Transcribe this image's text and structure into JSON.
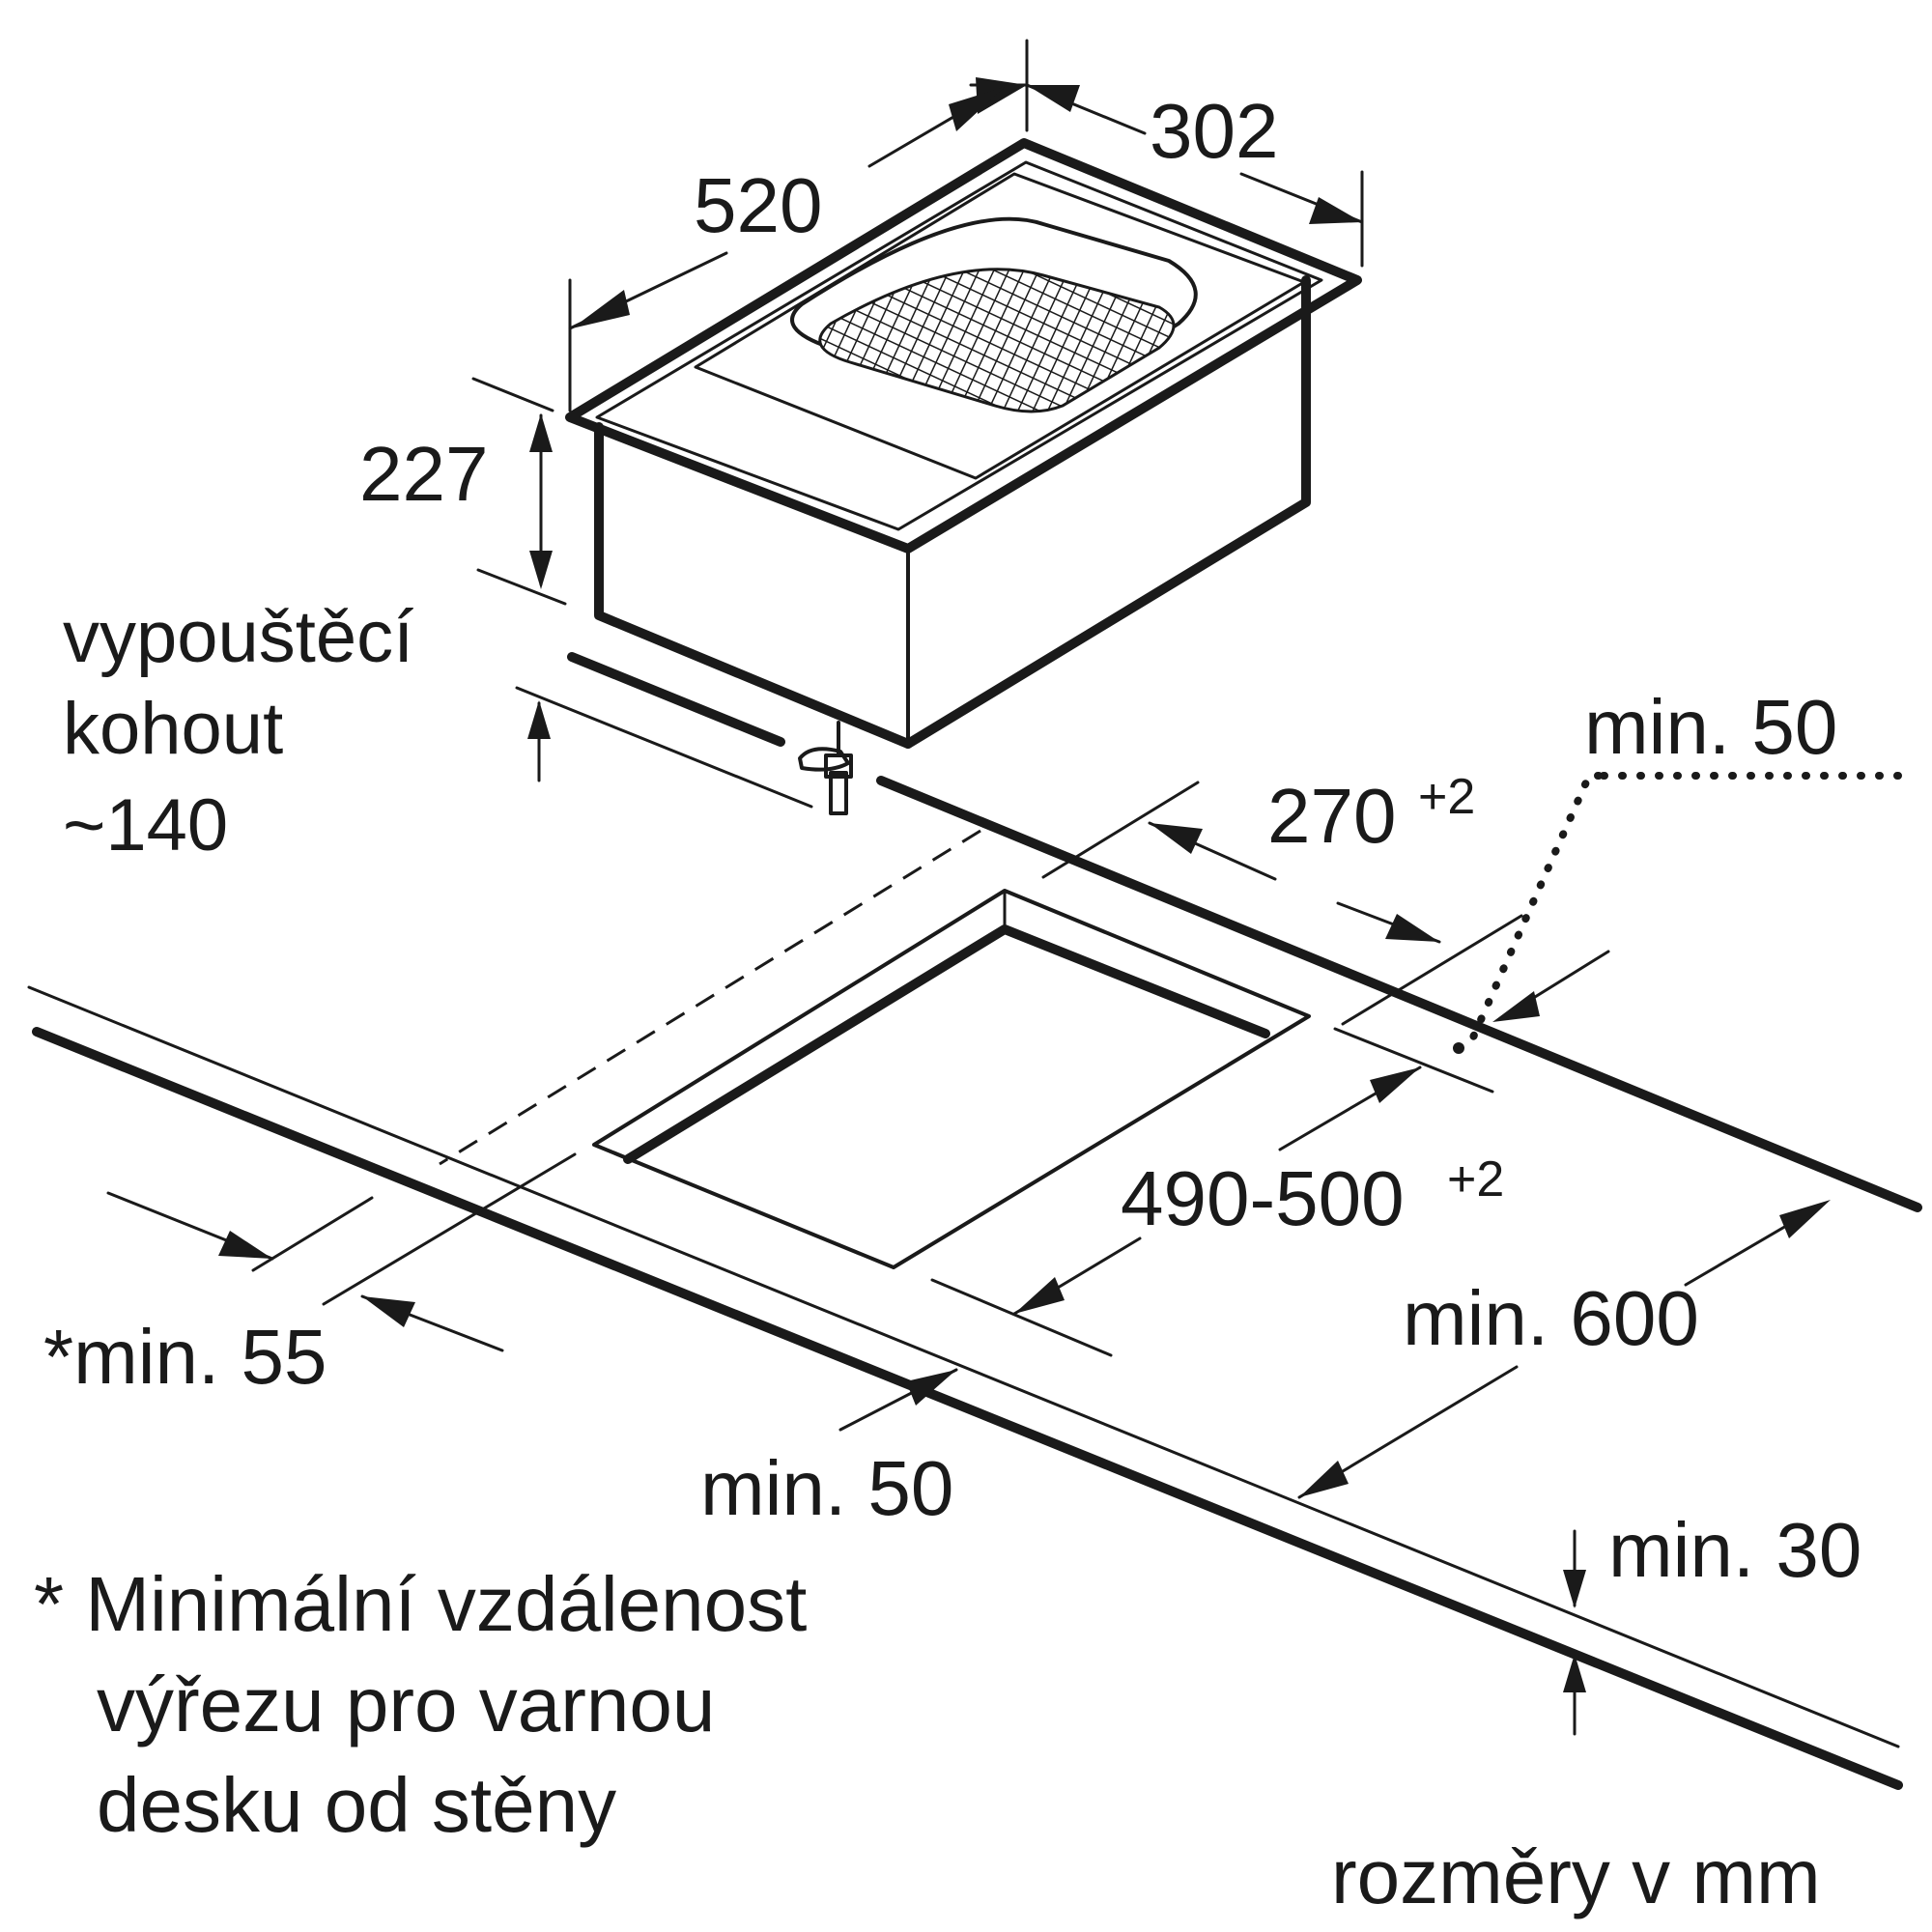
{
  "dimensions": {
    "width_top": "302",
    "depth_top": "520",
    "height": "227",
    "cutout_depth": "270",
    "cutout_depth_tol": "+2",
    "cutout_width": "490-500",
    "cutout_width_tol": "+2",
    "rear_clearance": "min. 50",
    "wall_clearance": "*min. 55",
    "front_clearance": "min. 50",
    "counter_depth": "min. 600",
    "counter_thickness": "min. 30"
  },
  "drain_label": {
    "line1": "vypouštěcí",
    "line2": "kohout",
    "line3": "~140"
  },
  "footnote": {
    "line1": "* Minimální vzdálenost",
    "line2": "výřezu pro varnou",
    "line3": "desku od stěny"
  },
  "units_note": "rozměry v mm",
  "colors": {
    "line": "#1a1a1a",
    "background": "#ffffff"
  }
}
